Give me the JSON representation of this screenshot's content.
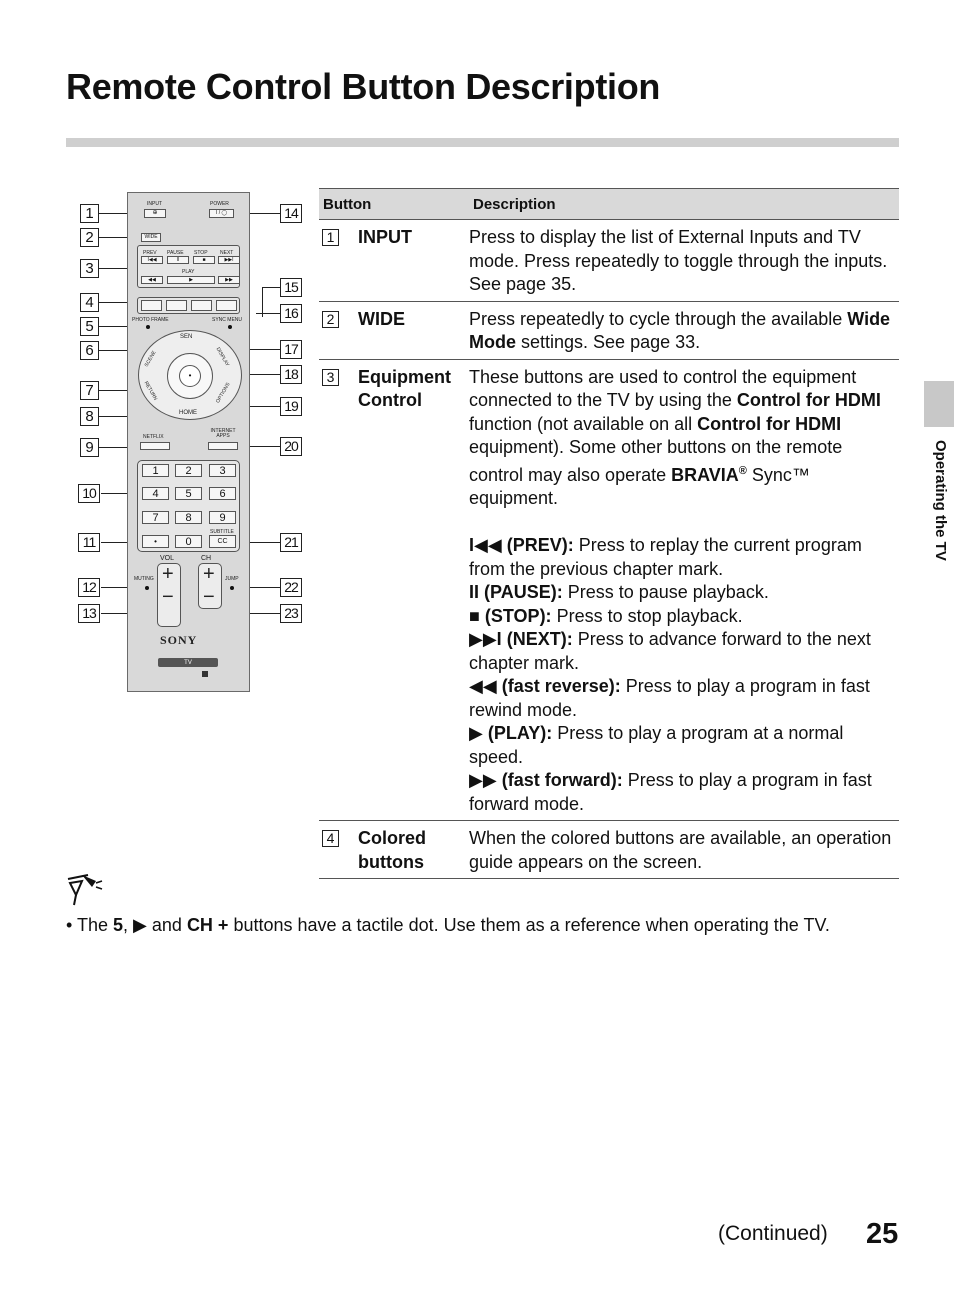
{
  "page": {
    "title": "Remote Control Button Description",
    "side_label": "Operating the TV",
    "continued": "(Continued)",
    "page_number": "25"
  },
  "remote": {
    "callouts": [
      "1",
      "2",
      "3",
      "4",
      "5",
      "6",
      "7",
      "8",
      "9",
      "10",
      "11",
      "12",
      "13",
      "14",
      "15",
      "16",
      "17",
      "18",
      "19",
      "20",
      "21",
      "22",
      "23"
    ],
    "labels": {
      "input": "INPUT",
      "power": "POWER",
      "power_key": "I / ◯",
      "wide": "WIDE",
      "prev": "PREV",
      "pause": "PAUSE",
      "stop": "STOP",
      "next": "NEXT",
      "play": "PLAY",
      "photo_frame": "PHOTO FRAME",
      "sync_menu": "SYNC MENU",
      "sen": "SEN",
      "scene": "SCENE",
      "display": "DISPLAY",
      "return": "RETURN",
      "options": "OPTIONS",
      "home": "HOME",
      "netflix": "NETFLIX",
      "internet_apps": "INTERNET APPS",
      "subtitle": "SUBTITLE",
      "cc": "CC",
      "vol": "VOL",
      "ch": "CH",
      "muting": "MUTING",
      "jump": "JUMP",
      "plus": "+",
      "minus": "−",
      "brand": "SONY",
      "tv": "TV"
    },
    "digits": [
      "1",
      "2",
      "3",
      "4",
      "5",
      "6",
      "7",
      "8",
      "9",
      "0"
    ]
  },
  "table": {
    "headers": {
      "button": "Button",
      "description": "Description"
    },
    "rows": [
      {
        "num": "1",
        "button": "INPUT",
        "desc": "Press to display the list of External Inputs and TV mode. Press repeatedly to toggle through the inputs. See page 35."
      },
      {
        "num": "2",
        "button": "WIDE",
        "desc_a": "Press repeatedly to cycle through the available ",
        "desc_bold": "Wide Mode",
        "desc_b": " settings. See page 33."
      },
      {
        "num": "3",
        "button_line1": "Equipment",
        "button_line2": "Control",
        "p1": "These buttons are used to control the equipment connected to the TV by using the ",
        "b1": "Control for HDMI",
        "p2": " function (not available on all ",
        "b2": "Control for HDMI",
        "p3": " equipment). Some other buttons on the remote control may also operate ",
        "b3": "BRAVIA",
        "reg": "®",
        "p4": " Sync™ equipment.",
        "items": [
          {
            "symbol": "I◀◀",
            "label": "(PREV):",
            "text": " Press to replay the current program from the previous chapter mark."
          },
          {
            "symbol": "II",
            "label": "(PAUSE):",
            "text": " Press to pause playback."
          },
          {
            "symbol": "■",
            "label": "(STOP):",
            "text": " Press to stop playback."
          },
          {
            "symbol": "▶▶I",
            "label": "(NEXT):",
            "text": " Press to advance forward to the next chapter mark."
          },
          {
            "symbol": "◀◀",
            "label": "(fast reverse):",
            "text": " Press to play a program in fast rewind mode."
          },
          {
            "symbol": "▶",
            "label": "(PLAY):",
            "text": " Press to play a program at a normal speed."
          },
          {
            "symbol": "▶▶",
            "label": "(fast forward):",
            "text": " Press to play a program in fast forward mode."
          }
        ]
      },
      {
        "num": "4",
        "button_line1": "Colored",
        "button_line2": "buttons",
        "desc": "When the colored buttons are available, an operation guide appears on the screen."
      }
    ]
  },
  "note": {
    "bullet": "•",
    "t1": " The ",
    "b1": "5",
    "t2": ", ",
    "sym": "▶",
    "t3": " and ",
    "b2": "CH +",
    "t4": " buttons have a tactile dot. Use them as a reference when operating the TV."
  }
}
